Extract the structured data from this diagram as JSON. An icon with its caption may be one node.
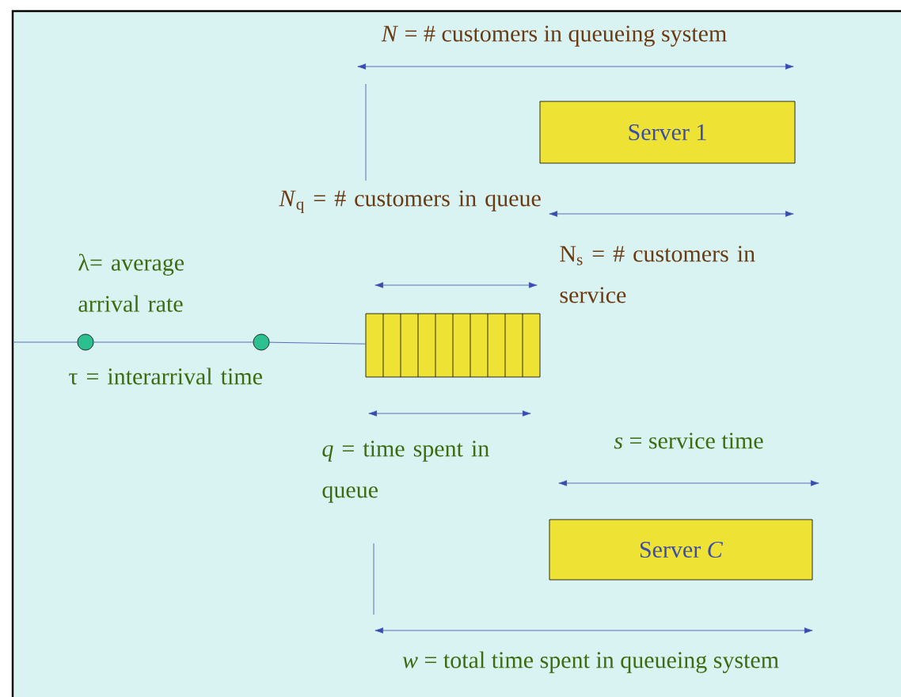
{
  "diagram": {
    "nodes": [
      {
        "text": [
          "Server 1"
        ]
      },
      {
        "text": [],
        "shape": "circle"
      },
      {
        "text": [],
        "shape": "circle"
      },
      {
        "text": [],
        "shape": "box"
      },
      {
        "text": [
          "Server *C*"
        ]
      }
    ],
    "edges": [
      {
        "from": null,
        "to": 1,
        "arrow": "none"
      },
      {
        "from": 1,
        "to": 2,
        "arrow": "none"
      },
      {
        "from": 2,
        "to": 3,
        "arrow": "none"
      }
    ],
    "labels": [
      "*N* = # customers in queueing system",
      "*N*$_{q}$ = # customers in queue",
      "N$_{s}$ = # customers in service",
      "λ= average arrival rate",
      "τ = interarrival time",
      "*q* = time spent in queue",
      "*s* = service time",
      "*w* = total time spent in queueing system"
    ]
  }
}
